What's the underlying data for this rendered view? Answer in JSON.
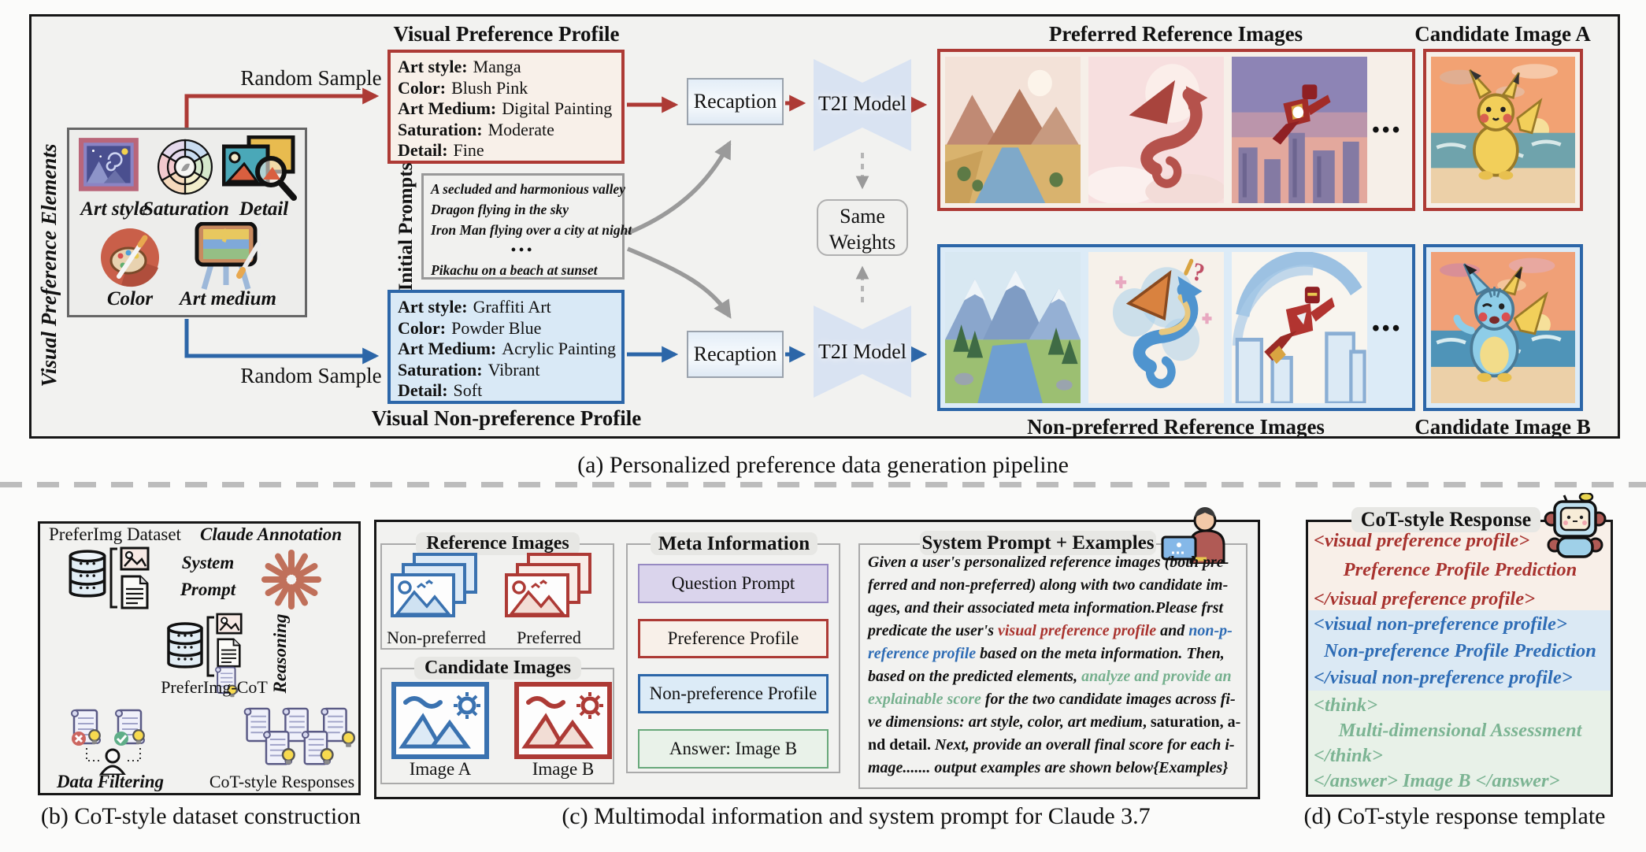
{
  "panel_a": {
    "caption": "(a) Personalized preference data generation pipeline",
    "side_label": "Visual Preference Elements",
    "elements": {
      "art_style": "Art style",
      "saturation": "Saturation",
      "detail": "Detail",
      "color": "Color",
      "art_medium": "Art medium"
    },
    "random_sample_top": "Random Sample",
    "random_sample_bottom": "Random Sample",
    "preference_profile_title": "Visual Preference Profile",
    "preference_profile": [
      {
        "label": "Art style:",
        "value": "Manga"
      },
      {
        "label": "Color:",
        "value": "Blush Pink"
      },
      {
        "label": "Art Medium:",
        "value": "Digital Painting"
      },
      {
        "label": "Saturation:",
        "value": "Moderate"
      },
      {
        "label": "Detail:",
        "value": "Fine"
      }
    ],
    "initial_prompts_label": "Initial Prompts",
    "initial_prompts": [
      "A secluded and harmonious valley",
      "Dragon flying in the sky",
      "Iron Man flying over a city at night",
      "•••",
      "Pikachu on a beach at sunset"
    ],
    "non_preference_profile": [
      {
        "label": "Art style:",
        "value": "Graffiti Art"
      },
      {
        "label": "Color:",
        "value": "Powder Blue"
      },
      {
        "label": "Art Medium:",
        "value": "Acrylic Painting"
      },
      {
        "label": "Saturation:",
        "value": "Vibrant"
      },
      {
        "label": "Detail:",
        "value": "Soft"
      }
    ],
    "non_preference_profile_title": "Visual Non-preference Profile",
    "recaption_top": "Recaption",
    "recaption_bottom": "Recaption",
    "t2i_top": "T2I Model",
    "t2i_bottom": "T2I Model",
    "same_weights_line1": "Same",
    "same_weights_line2": "Weights",
    "preferred_title": "Preferred Reference Images",
    "candidate_a_title": "Candidate Image A",
    "non_preferred_title": "Non-preferred Reference Images",
    "candidate_b_title": "Candidate Image B",
    "ellipsis_top": "•••",
    "ellipsis_bottom": "•••"
  },
  "panel_b": {
    "caption": "(b) CoT-style dataset construction",
    "dataset_label": "PreferImg Dataset",
    "claude_label": "Claude Annotation",
    "system_label": "System",
    "prompt_label": "Prompt",
    "reasoning_label": "Reasoning",
    "prefercot_label": "PreferImg-CoT",
    "responses_label": "CoT-style Responses",
    "filtering_label": "Data Filtering"
  },
  "panel_c": {
    "caption": "(c) Multimodal information and system prompt for Claude 3.7",
    "reference_header": "Reference Images",
    "non_preferred_label": "Non-preferred",
    "preferred_label": "Preferred",
    "candidate_header": "Candidate Images",
    "image_a_label": "Image A",
    "image_b_label": "Image B",
    "meta_header": "Meta Information",
    "meta_items": [
      "Question Prompt",
      "Preference Profile",
      "Non-preference Profile",
      "Answer: Image B"
    ],
    "system_header": "System Prompt + Examples",
    "prompt_lines": [
      [
        {
          "t": "Given a user's personalized reference images (both pre-"
        }
      ],
      [
        {
          "t": "ferred and non-preferred) along with two candidate im-"
        }
      ],
      [
        {
          "t": "ages, and their associated meta information.Please frst"
        }
      ],
      [
        {
          "t": "predicate the user's "
        },
        {
          "t": "visual preference profile",
          "s": "red"
        },
        {
          "t": " and "
        },
        {
          "t": "non-p-",
          "s": "blue"
        }
      ],
      [
        {
          "t": "reference profile",
          "s": "blue"
        },
        {
          "t": " based on the meta information. Then,"
        }
      ],
      [
        {
          "t": "based on the predicted elements, "
        },
        {
          "t": "analyze and provide an",
          "s": "green"
        }
      ],
      [
        {
          "t": "explainable score",
          "s": "green"
        },
        {
          "t": " for the two candidate images across fi-"
        }
      ],
      [
        {
          "t": "ve dimensions: art style, color, art medium"
        },
        {
          "t": ", saturation, a-",
          "s": "plain"
        }
      ],
      [
        {
          "t": "nd detail.",
          "s": "plain"
        },
        {
          "t": " Next, provide an overall final score for each i-"
        }
      ],
      [
        {
          "t": "mage....... output examples are shown below{Examples}"
        }
      ]
    ]
  },
  "panel_d": {
    "caption": "(d) CoT-style response template",
    "header": "CoT-style Response",
    "red_lines": [
      "<visual preference profile>",
      "Preference Profile Prediction",
      "</visual preference profile>"
    ],
    "blue_lines": [
      "<visual non-preference profile>",
      "Non-preference Profile Prediction",
      "</visual non-preference profile>"
    ],
    "green_lines": [
      "<think>",
      "Multi-dimensional Assessment",
      "</think>",
      "</answer>  Image B  </answer>"
    ]
  },
  "colors": {
    "red": "#ad3a35",
    "blue": "#2c66a8",
    "green_text": "#7cb493",
    "purple_border": "#978ac2",
    "green_border": "#68a87a",
    "gray_arrow": "#9a9a9a",
    "claude_orange": "#c0705a"
  }
}
